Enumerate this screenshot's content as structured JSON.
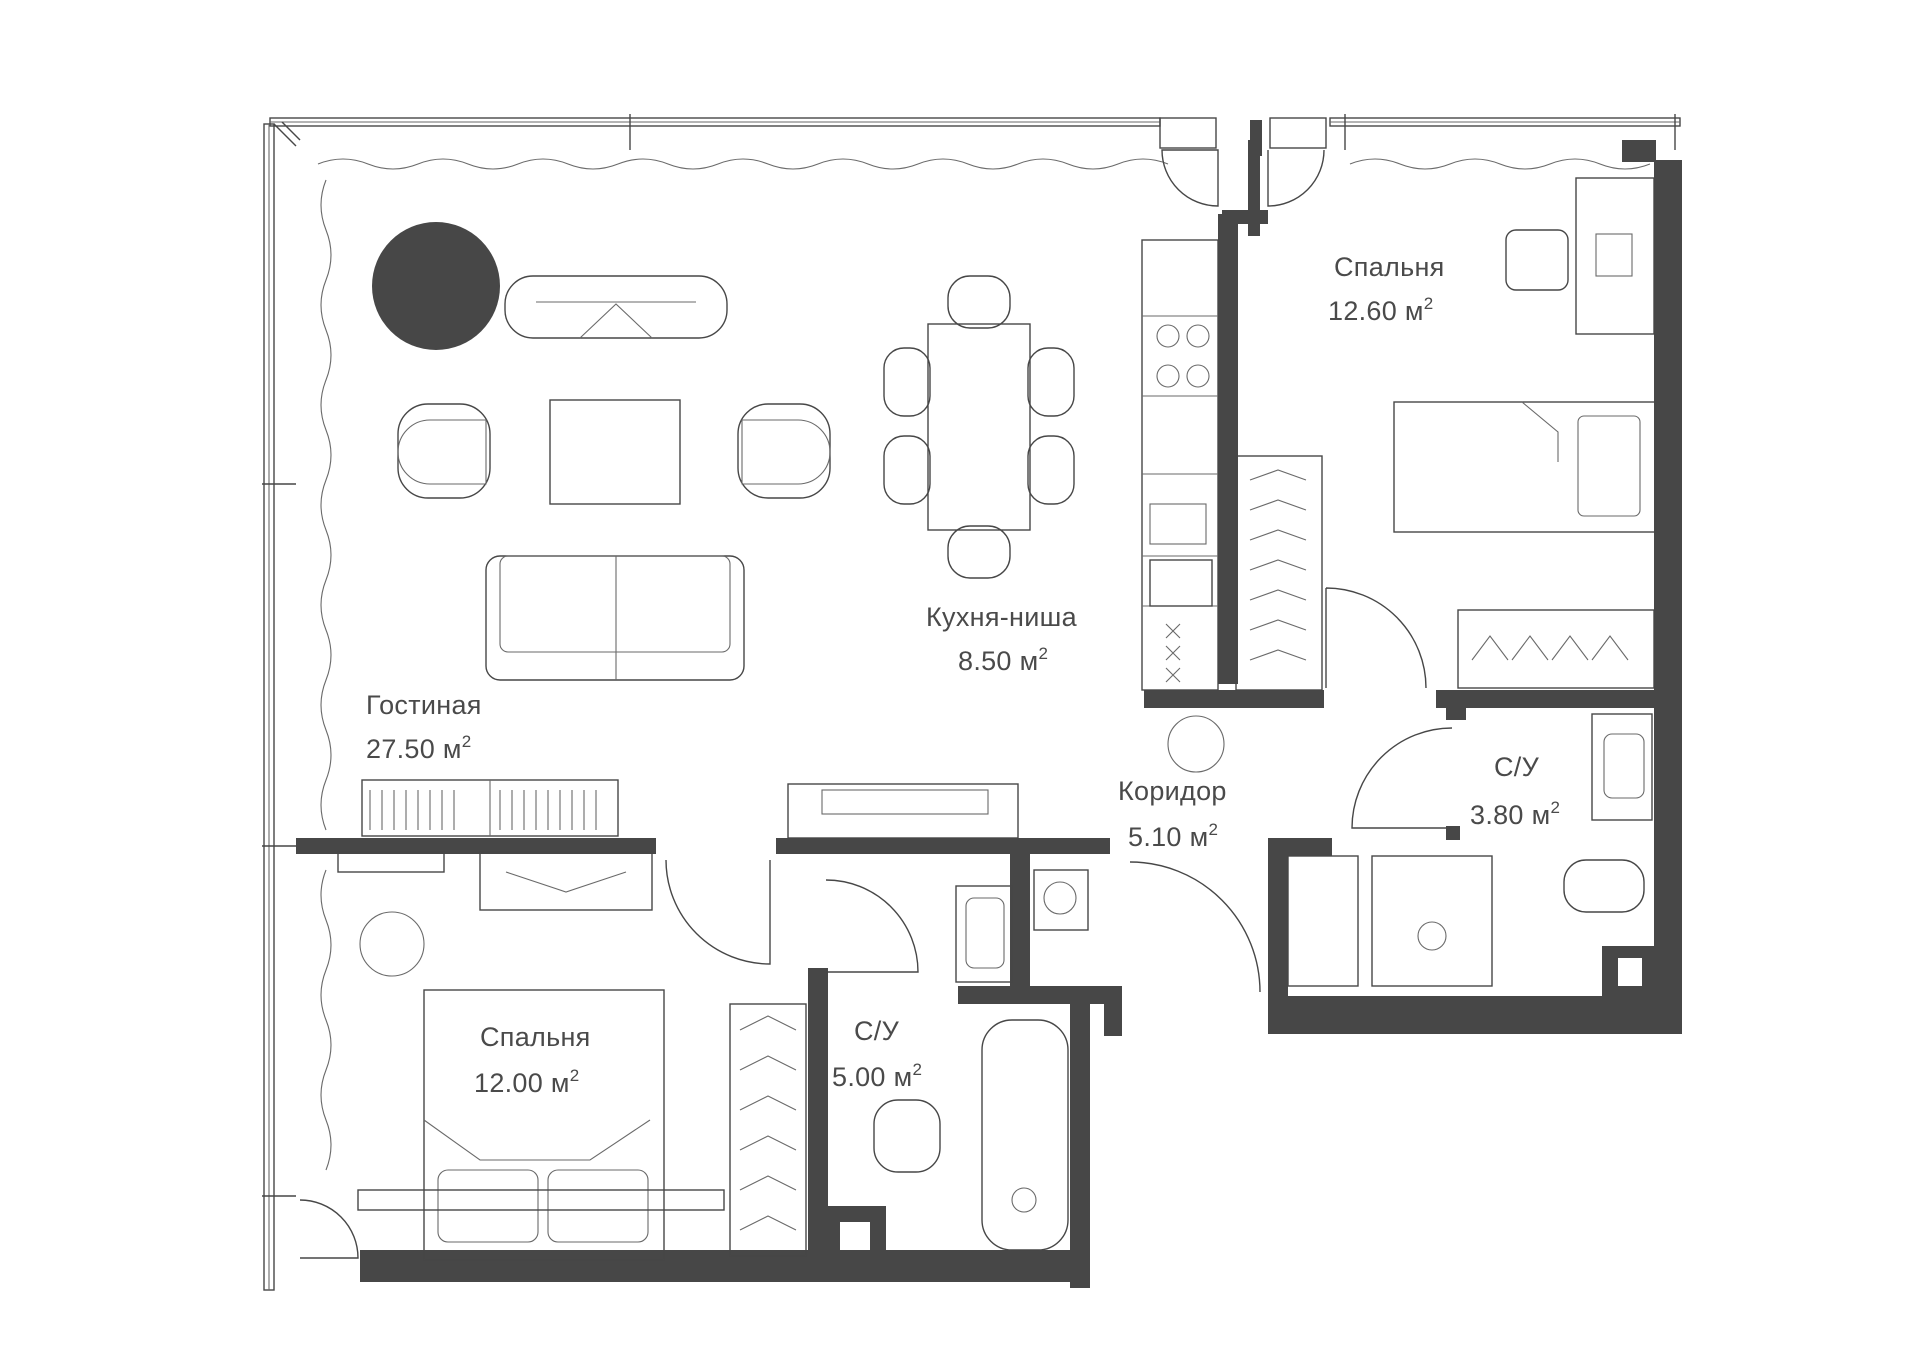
{
  "plan": {
    "area_unit": "м",
    "area_sup": "2",
    "rooms": [
      {
        "id": "living",
        "name": "Гостиная",
        "area": "27.50"
      },
      {
        "id": "kitchen",
        "name": "Кухня-ниша",
        "area": "8.50"
      },
      {
        "id": "bedroom1",
        "name": "Спальня",
        "area": "12.60"
      },
      {
        "id": "bedroom2",
        "name": "Спальня",
        "area": "12.00"
      },
      {
        "id": "corridor",
        "name": "Коридор",
        "area": "5.10"
      },
      {
        "id": "bath1",
        "name": "С/У",
        "area": "3.80"
      },
      {
        "id": "bath2",
        "name": "С/У",
        "area": "5.00"
      }
    ],
    "colors": {
      "wall": "#474747",
      "line": "#474747",
      "background": "#ffffff"
    }
  }
}
